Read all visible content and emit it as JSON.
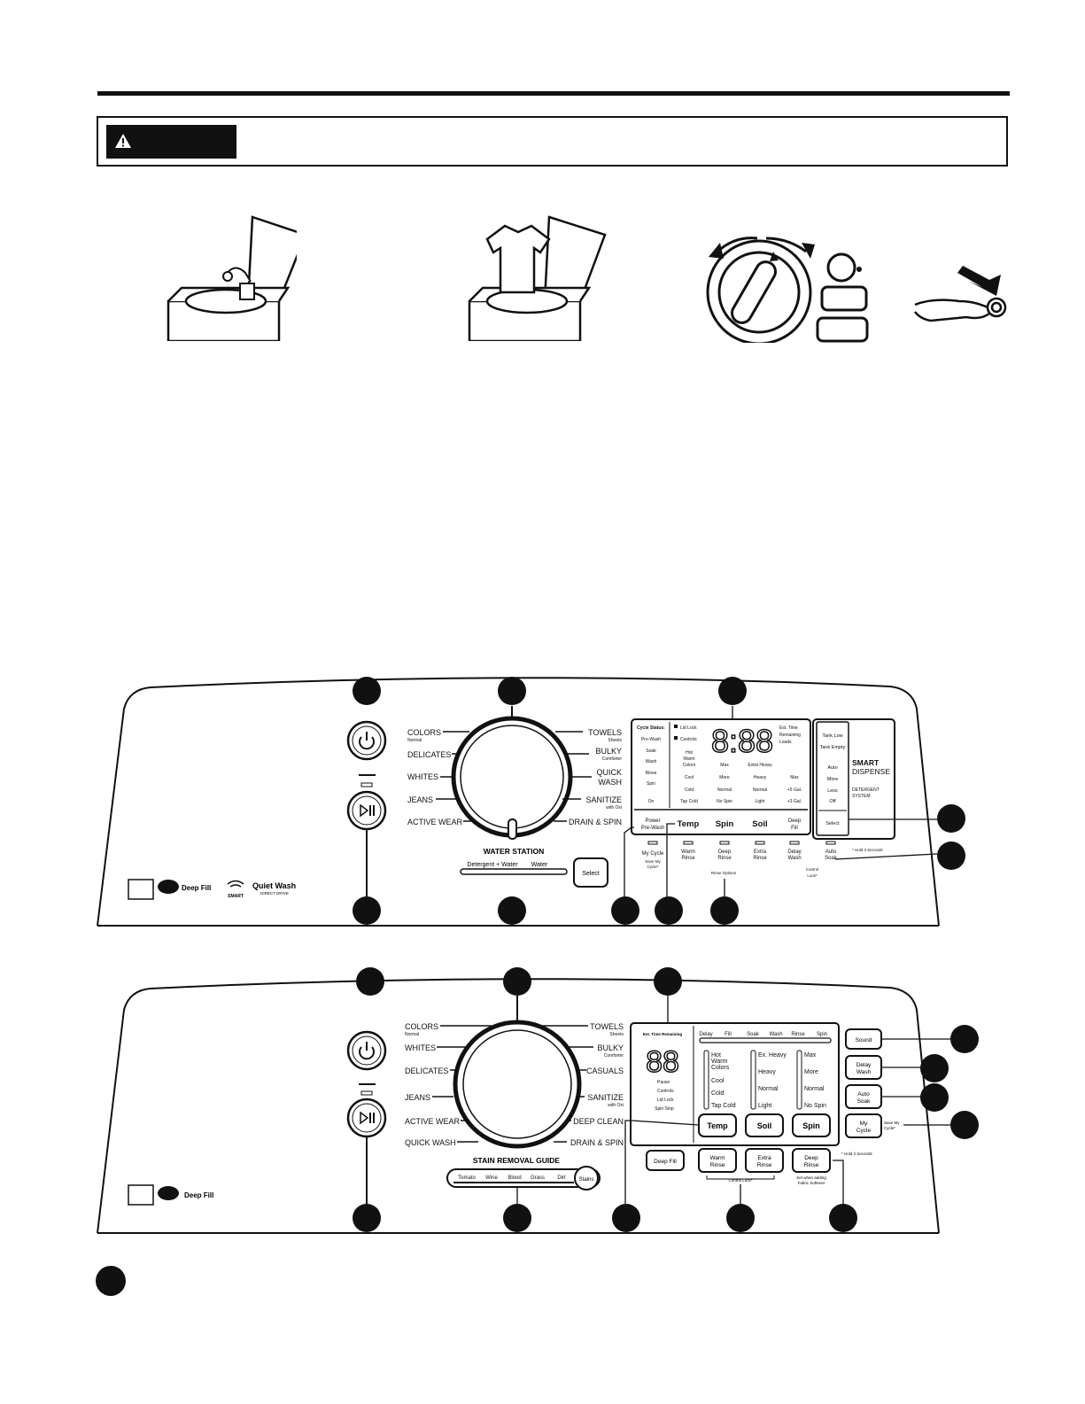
{
  "icons": {
    "warning": "warning-triangle-icon",
    "power": "power-icon",
    "start_pause": "play-pause-icon",
    "wifi": "wifi-icon",
    "lock": "lock-icon"
  },
  "panel1": {
    "cycles_left": [
      "COLORS",
      "DELICATES",
      "WHITES",
      "JEANS",
      "ACTIVE WEAR"
    ],
    "colors_sub": "Normal",
    "cycles_right": [
      "TOWELS",
      "BULKY",
      "QUICK",
      "WASH",
      "SANITIZE",
      "DRAIN & SPIN"
    ],
    "towels_sub": "Sheets",
    "bulky_sub": "Comforter",
    "sanitize_sub": "with Oxi",
    "water_station": "WATER STATION",
    "ws_left": "Detergent + Water",
    "ws_right": "Water",
    "select": "Select",
    "status_col": [
      "Cycle Status:",
      "Pre-Wash",
      "Soak",
      "Wash",
      "Rinse",
      "Spin",
      "On"
    ],
    "lock_col": [
      "Lid Lock",
      "Controls"
    ],
    "temp_col": [
      "Hot",
      "Warm",
      "Colors",
      "Cool",
      "Cold",
      "Tap Cold"
    ],
    "spin_col": [
      "Max",
      "More",
      "Normal",
      "No Spin"
    ],
    "soil_col": [
      "Extra Heavy",
      "Heavy",
      "Normal",
      "Light"
    ],
    "fill_col": [
      "Max",
      "+5 Gal.",
      "+3 Gal."
    ],
    "time": "8:88",
    "est": [
      "Est. Time",
      "Remaining",
      "Loads"
    ],
    "btn_row": [
      "Power",
      "Pre-Wash",
      "Temp",
      "Spin",
      "Soil",
      "Deep",
      "Fill"
    ],
    "opt_row": [
      "My Cycle",
      "Save My",
      "Cycle*",
      "Warm",
      "Rinse",
      "Deep",
      "Rinse",
      "Extra",
      "Rinse",
      "Delay",
      "Wash",
      "Auto",
      "Soak"
    ],
    "rinse_options": "Rinse Options",
    "control_lock": "Control",
    "lock": "Lock*",
    "hold": "* Hold 3 Seconds",
    "tank": [
      "Tank Low",
      "Tank Empty",
      "Auto",
      "More",
      "Less",
      "Off",
      "Select"
    ],
    "smart": "SMART",
    "dispense": "DISPENSE",
    "det": [
      "DETERGENT",
      "SYSTEM"
    ],
    "logos": [
      "Deep Fill",
      "SMART",
      "Quiet Wash",
      "DIRECT DRIVE"
    ]
  },
  "panel2": {
    "cycles_left": [
      "COLORS",
      "WHITES",
      "DELICATES",
      "JEANS",
      "ACTIVE WEAR",
      "QUICK WASH"
    ],
    "colors_sub": "Normal",
    "cycles_right": [
      "TOWELS",
      "BULKY",
      "CASUALS",
      "SANITIZE",
      "DEEP CLEAN",
      "DRAIN & SPIN"
    ],
    "towels_sub": "Sheets",
    "bulky_sub": "Comforter",
    "sanitize_sub": "with Oxi",
    "stain_guide": "STAIN REMOVAL GUIDE",
    "stains": [
      "Tomato",
      "Wine",
      "Blood",
      "Grass",
      "Dirt"
    ],
    "stains_btn": "Stains",
    "est": "Est. Time Remaining",
    "time": "88",
    "status": [
      "Pause",
      "Controls",
      "Lid Lock",
      "Spin Stop"
    ],
    "progress": [
      "Delay",
      "Fill",
      "Soak",
      "Wash",
      "Rinse",
      "Spin"
    ],
    "temp_col": [
      "Hot",
      "Warm",
      "Colors",
      "Cool",
      "Cold",
      "Tap Cold"
    ],
    "soil_col": [
      "Ex. Heavy",
      "Heavy",
      "Normal",
      "Light"
    ],
    "spin_col": [
      "Max",
      "More",
      "Normal",
      "No Spin"
    ],
    "btns": [
      "Temp",
      "Soil",
      "Spin"
    ],
    "side_btns": [
      "Sound",
      "Delay",
      "Wash",
      "Auto",
      "Soak",
      "My",
      "Cycle"
    ],
    "save": [
      "Save My",
      "Cycle*"
    ],
    "bottom_btns": [
      "Deep Fill",
      "Warm",
      "Rinse",
      "Extra",
      "Rinse",
      "Deep",
      "Rinse"
    ],
    "control_lock": "Control Lock*",
    "hold": "* Hold 3 Seconds",
    "set_when": [
      "Set when adding",
      "Fabric Softener"
    ],
    "logos": [
      "Deep Fill"
    ]
  }
}
